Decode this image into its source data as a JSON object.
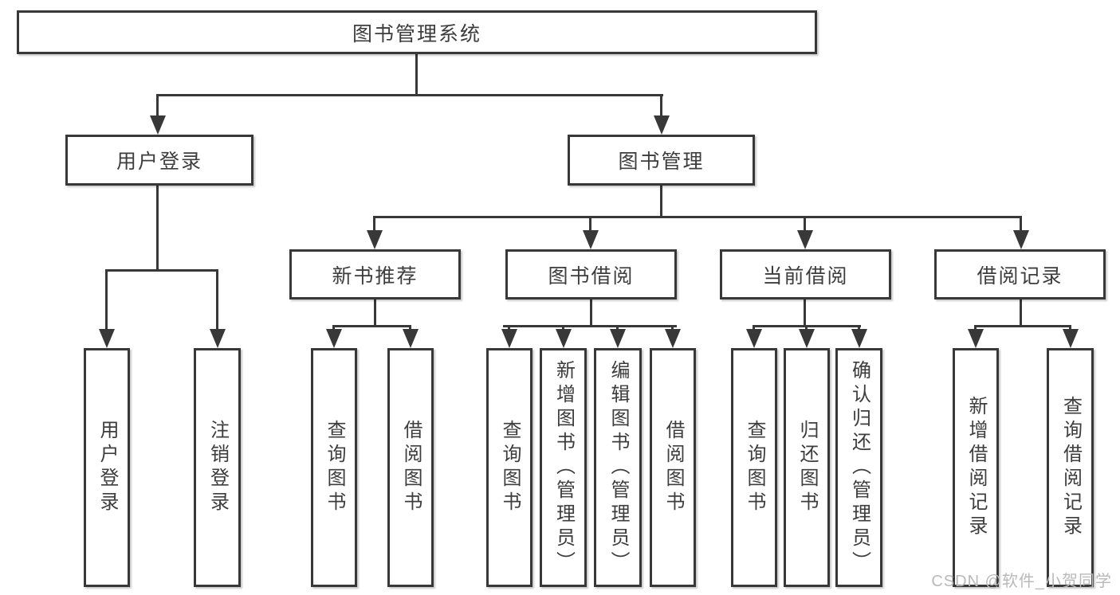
{
  "tree": {
    "root": "图书管理系统",
    "branches": [
      {
        "label": "用户登录",
        "children": [
          "用户登录",
          "注销登录"
        ]
      },
      {
        "label": "图书管理",
        "children": [
          {
            "label": "新书推荐",
            "children": [
              "查询图书",
              "借阅图书"
            ]
          },
          {
            "label": "图书借阅",
            "children": [
              "查询图书",
              "新增图书（管理员）",
              "编辑图书（管理员）",
              "借阅图书"
            ]
          },
          {
            "label": "当前借阅",
            "children": [
              "查询图书",
              "归还图书",
              "确认归还（管理员）"
            ]
          },
          {
            "label": "借阅记录",
            "children": [
              "新增借阅记录",
              "查询借阅记录"
            ]
          }
        ]
      }
    ]
  },
  "watermark": {
    "text": "CSDN @软件_小贺同学"
  },
  "colors": {
    "line": "#383838",
    "text": "#3d3d3d",
    "box_background": "#ffffff",
    "watermark": "#b9b9b9",
    "page_background": "#ffffff"
  }
}
